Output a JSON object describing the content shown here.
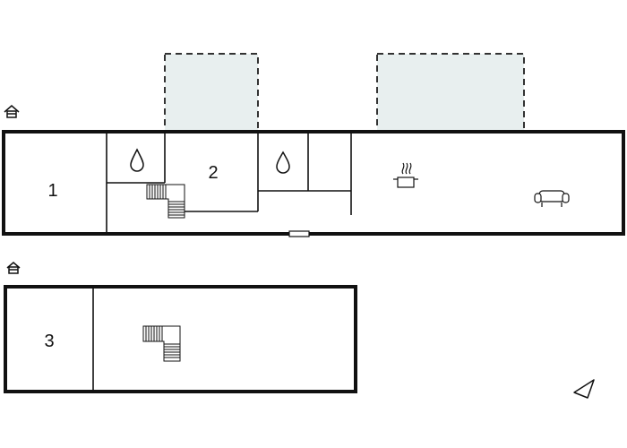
{
  "rooms": {
    "r1": "1",
    "r2": "2",
    "r3": "3"
  },
  "icons": {
    "floor_marker": "house-icon",
    "water": "water-drop-icon",
    "stove": "cooking-pot-icon",
    "sofa": "sofa-icon",
    "stairs": "stairs-icon",
    "compass": "north-arrow-icon"
  },
  "colors": {
    "wall": "#111111",
    "terrace_fill": "#e8efef",
    "terrace_dash": "#333333"
  }
}
